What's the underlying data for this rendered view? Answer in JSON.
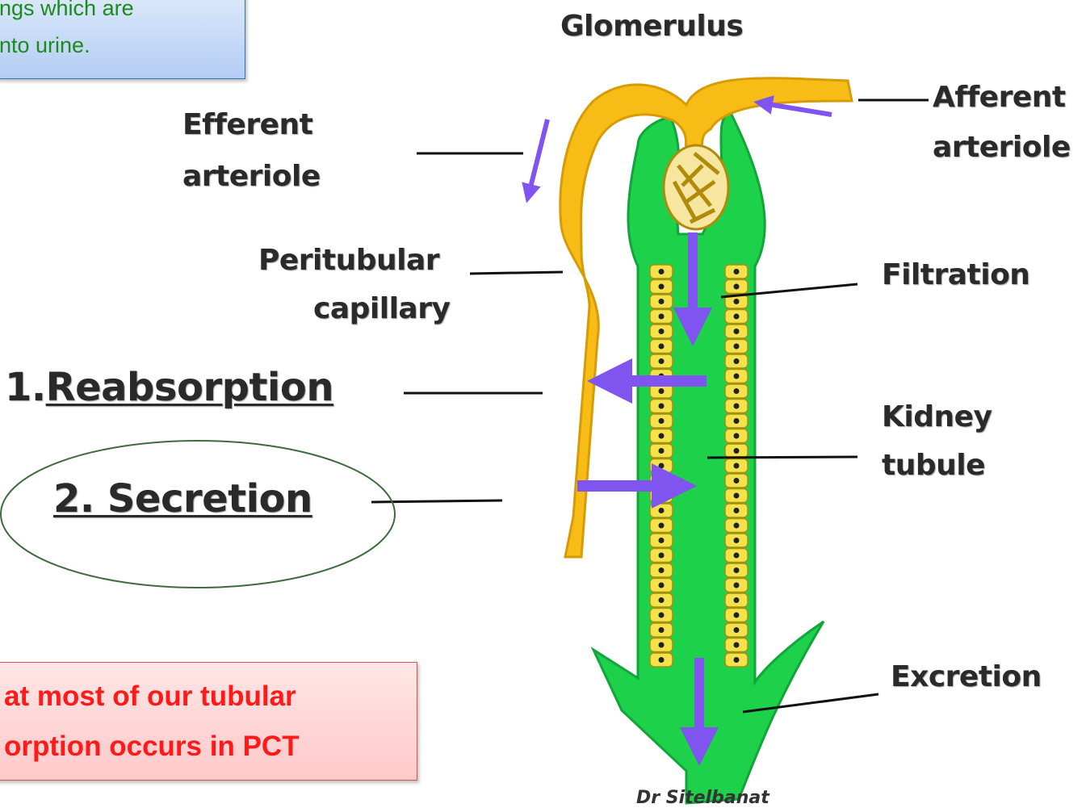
{
  "note_box": {
    "line1": "ngs which are",
    "line2": "nto urine."
  },
  "labels": {
    "glomerulus": "Glomerulus",
    "afferent_1": "Afferent",
    "afferent_2": "arteriole",
    "efferent_1": "Efferent",
    "efferent_2": "arteriole",
    "peritubular_1": "Peritubular",
    "peritubular_2": "capillary",
    "filtration": "Filtration",
    "reabsorption_num": "1.",
    "reabsorption": "Reabsorption",
    "secretion": "2. Secretion",
    "kidney_1": "Kidney",
    "kidney_2": "tubule",
    "excretion": "Excretion"
  },
  "pink_box": {
    "line1": "at most of our tubular",
    "line2": "orption occurs in PCT"
  },
  "credit": "Dr Sitelbanat",
  "colors": {
    "tubule_green": "#1ed14a",
    "vessel_yellow": "#f7bd16",
    "cell_fill": "#f4e24d",
    "arrow_purple": "#8055ef",
    "note_text": "#1c8a1c",
    "callout_red": "#ff1a1a"
  }
}
